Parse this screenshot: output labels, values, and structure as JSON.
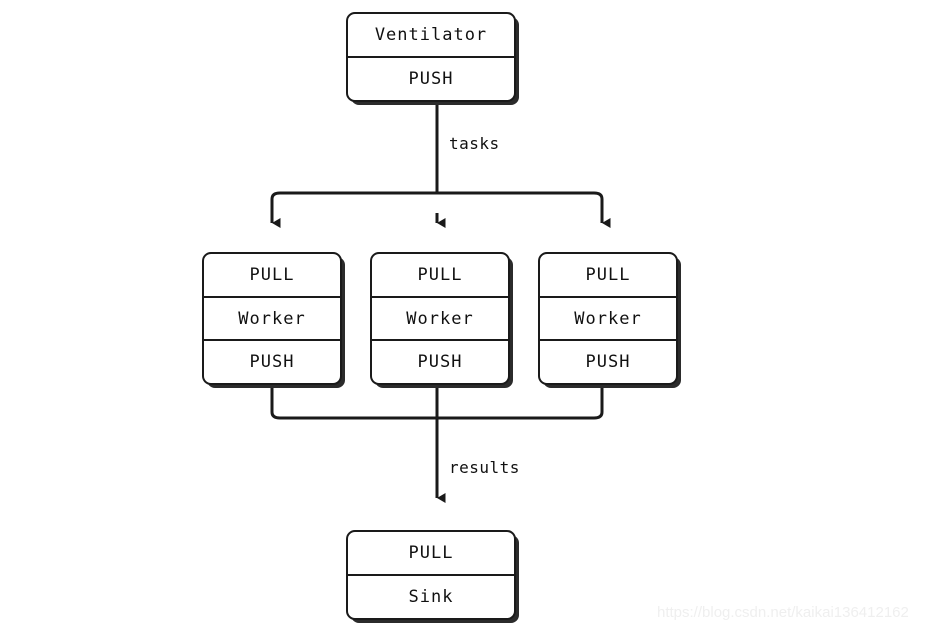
{
  "diagram": {
    "title": "ZeroMQ Ventilator / Worker / Sink pipeline",
    "background_color": "#ffffff",
    "line_color": "#1a1a1a",
    "text_color": "#111111",
    "shadow_color": "#2b2b2b"
  },
  "nodes": {
    "ventilator": {
      "rows": [
        {
          "label": "Ventilator"
        },
        {
          "label": "PUSH"
        }
      ]
    },
    "workers": [
      {
        "rows": [
          {
            "label": "PULL"
          },
          {
            "label": "Worker"
          },
          {
            "label": "PUSH"
          }
        ]
      },
      {
        "rows": [
          {
            "label": "PULL"
          },
          {
            "label": "Worker"
          },
          {
            "label": "PUSH"
          }
        ]
      },
      {
        "rows": [
          {
            "label": "PULL"
          },
          {
            "label": "Worker"
          },
          {
            "label": "PUSH"
          }
        ]
      }
    ],
    "sink": {
      "rows": [
        {
          "label": "PULL"
        },
        {
          "label": "Sink"
        }
      ]
    }
  },
  "edges": {
    "tasks_label": "tasks",
    "results_label": "results"
  },
  "watermark": {
    "text": "https://blog.csdn.net/kaikai136412162"
  }
}
